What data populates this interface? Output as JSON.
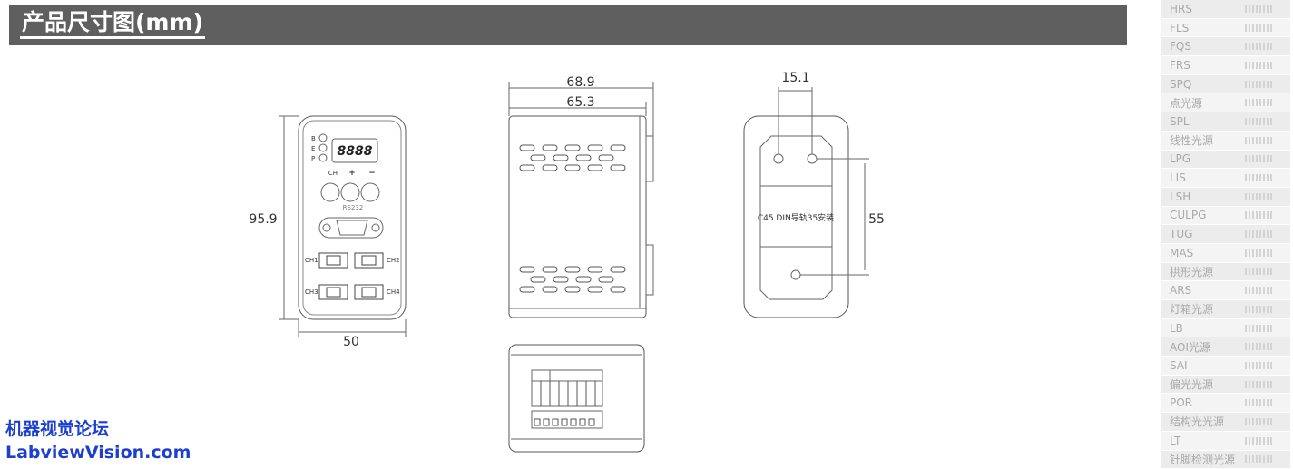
{
  "header": {
    "title": "产品尺寸图(mm)"
  },
  "brand": {
    "line1": "机器视觉论坛",
    "line2": "LabviewVision.com",
    "color": "#1d3fd0"
  },
  "front_view": {
    "height_dim": "95.9",
    "width_dim": "50",
    "led_labels": [
      "B",
      "E",
      "P"
    ],
    "display": "8888",
    "button_labels": [
      "CH",
      "+",
      "−"
    ],
    "port_label": "RS232",
    "channels": [
      "CH1",
      "CH2",
      "CH3",
      "CH4"
    ]
  },
  "side_view": {
    "outer_dim": "68.9",
    "inner_dim": "65.3"
  },
  "rail_view": {
    "hole_spacing": "15.1",
    "vertical_spacing": "55",
    "mount_label": "C45 DIN导轨35安装"
  },
  "sidebar": {
    "items": [
      "HRS",
      "FLS",
      "FQS",
      "FRS",
      "SPQ",
      "点光源",
      "SPL",
      "线性光源",
      "LPG",
      "LIS",
      "LSH",
      "CULPG",
      "TUG",
      "MAS",
      "拱形光源",
      "ARS",
      "灯箱光源",
      "LB",
      "AOI光源",
      "SAI",
      "偏光光源",
      "POR",
      "结构光光源",
      "LT",
      "针脚检测光源"
    ]
  }
}
